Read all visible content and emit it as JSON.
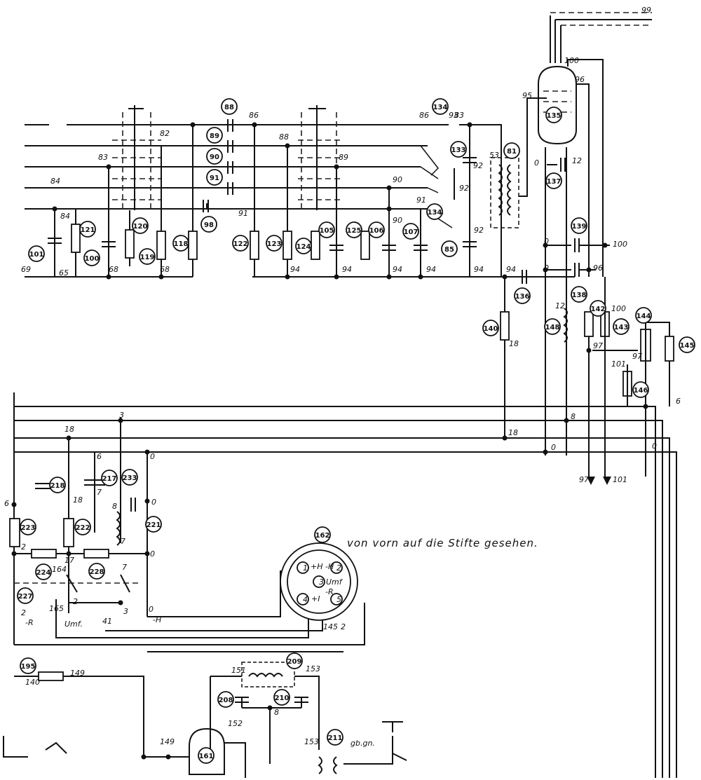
{
  "note": "von vorn auf die Stifte gesehen.",
  "components": {
    "c88": "88",
    "c89": "89",
    "c90": "90",
    "c91": "91",
    "c98": "98",
    "c101": "101",
    "c100": "100",
    "c121": "121",
    "c120": "120",
    "c119": "119",
    "c118": "118",
    "c122": "122",
    "c123": "123",
    "c124": "124",
    "c105": "105",
    "c125": "125",
    "c106": "106",
    "c107": "107",
    "c134a": "134",
    "c133": "133",
    "c134b": "134",
    "c85": "85",
    "c81": "81",
    "c135": "135",
    "c137": "137",
    "c139": "139",
    "c138": "138",
    "c136": "136",
    "c140": "140",
    "c148": "148",
    "c142": "142",
    "c143": "143",
    "c144": "144",
    "c145": "145",
    "c146": "146",
    "c218": "218",
    "c217": "217",
    "c233": "233",
    "c221": "221",
    "c223": "223",
    "c222": "222",
    "c224": "224",
    "c228": "228",
    "c227": "227",
    "c162": "162",
    "c195": "195",
    "c209": "209",
    "c210": "210",
    "c208": "208",
    "c161": "161",
    "c211": "211",
    "c99": "99"
  },
  "wire_labels": {
    "w99": "99",
    "w100a": "100",
    "w96a": "96",
    "w95": "95",
    "w86a": "86",
    "w86b": "86",
    "w83a": "83",
    "w82": "82",
    "w83b": "83",
    "w84a": "84",
    "w84b": "84",
    "w93": "93",
    "w88": "88",
    "w89": "89",
    "w90a": "90",
    "w90b": "90",
    "w91a": "91",
    "w91b": "91",
    "w92a": "92",
    "w92b": "92",
    "w92c": "92",
    "w53": "53",
    "w69": "69",
    "w65": "65",
    "w68a": "68",
    "w68b": "68",
    "w94a": "94",
    "w94b": "94",
    "w94c": "94",
    "w94d": "94",
    "w94e": "94",
    "w94f": "94",
    "w0a": "0",
    "w12a": "12",
    "w0b": "0",
    "w100b": "100",
    "w0c": "0",
    "w96b": "96",
    "w12b": "12",
    "w100c": "100",
    "w18a": "18",
    "w97a": "97",
    "w101a": "101",
    "w97b": "97",
    "w6a": "6",
    "w8": "8",
    "w18b": "18",
    "w0d": "0",
    "w0e": "0",
    "w97c": "97",
    "w101b": "101",
    "w3": "3",
    "w18c": "18",
    "w0f": "0",
    "w6b": "6",
    "w7a": "7",
    "w18d": "18",
    "w8b": "8",
    "w0g": "0",
    "w7b": "7",
    "w6c": "6",
    "w2a": "2",
    "w0h": "0",
    "w17": "17",
    "w164": "164",
    "w7c": "7",
    "w2b": "2",
    "w3b": "3",
    "w0i": "0",
    "w2r": "2",
    "wr": "-R",
    "w165": "165",
    "wumf": "Umf.",
    "w41": "41",
    "wh": "-H",
    "w149a": "149",
    "w149b": "149",
    "w140": "140",
    "w151": "151",
    "w153a": "153",
    "w8c": "8",
    "w152": "152",
    "w153b": "153",
    "wgb": "gb.gn.",
    "w145": "145",
    "w2c": "2",
    "p1": "1",
    "p1h": "+H -H",
    "p2": "2",
    "p3": "3",
    "pumf": "Umf",
    "p4": "4",
    "p41": "+I",
    "p5": "5",
    "pr": "-R"
  }
}
